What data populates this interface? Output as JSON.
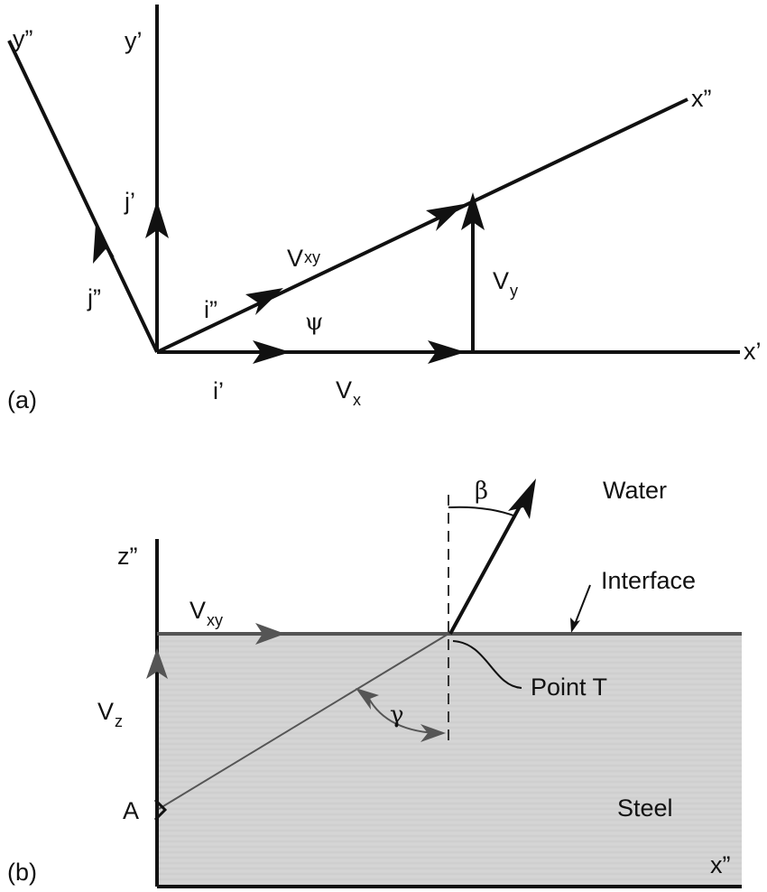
{
  "panel_a": {
    "tag": "(a)",
    "axis_x_prime": "x’",
    "axis_y_prime": "y’",
    "axis_x_dprime": "x”",
    "axis_y_dprime": "y”",
    "unit_i_prime": "i’",
    "unit_j_prime": "j’",
    "unit_i_dprime": "i”",
    "unit_j_dprime": "j”",
    "vec_xy": "V",
    "vec_xy_sub": "xy",
    "vec_x": "V",
    "vec_x_sub": "x",
    "vec_y": "V",
    "vec_y_sub": "y",
    "angle_psi": "ψ"
  },
  "panel_b": {
    "tag": "(b)",
    "axis_z_dprime": "z”",
    "axis_x_dprime": "x”",
    "vec_xy": "V",
    "vec_xy_sub": "xy",
    "vec_z": "V",
    "vec_z_sub": "z",
    "angle_beta": "β",
    "angle_gamma": "γ",
    "water_label": "Water",
    "interface_label": "Interface",
    "point_t_label": "Point T",
    "steel_label": "Steel",
    "point_a_label": "A",
    "colors": {
      "steel_fill": "#d3d3d3",
      "steel_edge": "#555555",
      "line": "#111111",
      "inner_arrow": "#555555"
    }
  }
}
